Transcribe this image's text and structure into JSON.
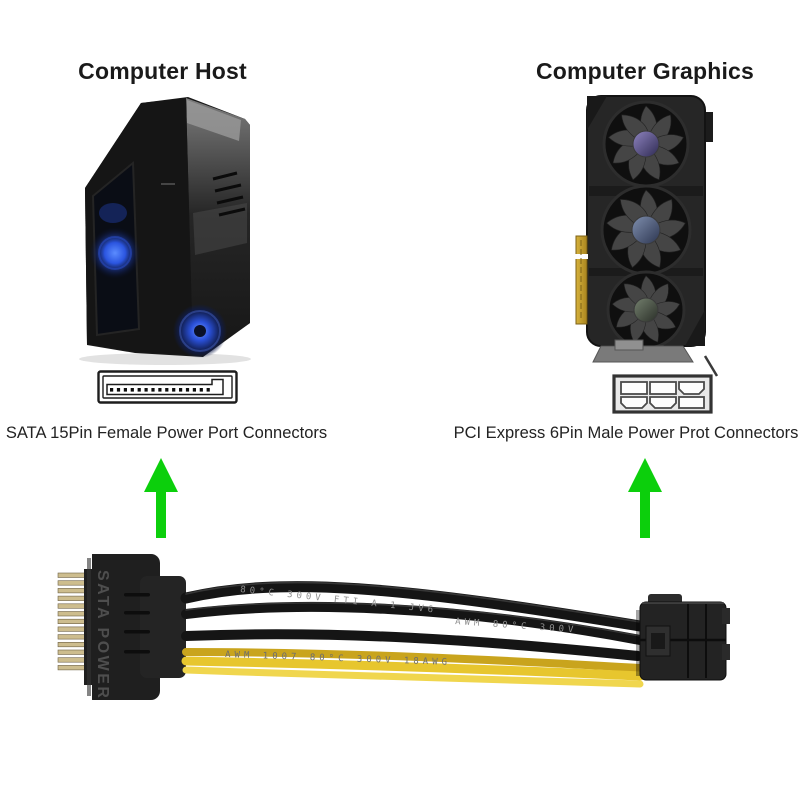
{
  "left_panel": {
    "title": "Computer Host",
    "caption": "SATA 15Pin Female Power Port Connectors"
  },
  "right_panel": {
    "title": "Computer Graphics",
    "caption": "PCI Express 6Pin Male Power Prot Connectors"
  },
  "cable": {
    "sata_plug_label": "SATA POWER",
    "wire_markings": {
      "top": "80°C  300V  FTI  A  1  JV6",
      "middle": "AWM  80°C  300V",
      "bottom": "AWM  1007  80°C  300V  18AWG"
    }
  },
  "colors": {
    "arrow_green": "#0ccf0c",
    "wire_yellow": "#e7c62e",
    "wire_yellow_dark": "#c9a41d",
    "wire_yellow_light": "#f0d64e",
    "wire_black": "#151515",
    "connector_black": "#212121",
    "title_text": "#1a1a1a",
    "caption_text": "#222222"
  }
}
